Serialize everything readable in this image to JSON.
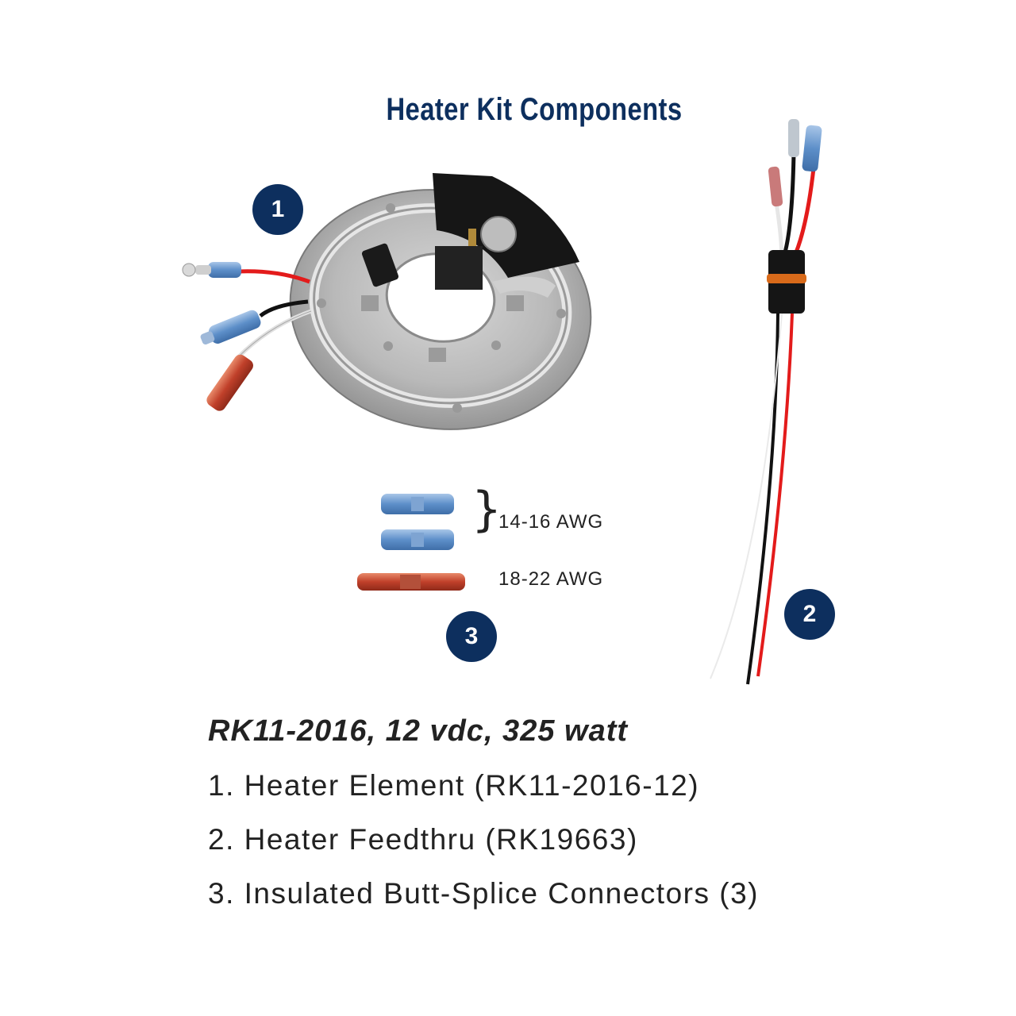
{
  "title": "Heater Kit Components",
  "badges": {
    "one": "1",
    "two": "2",
    "three": "3"
  },
  "connectors": {
    "large_gauge": "14-16 AWG",
    "small_gauge": "18-22 AWG"
  },
  "specs": {
    "model": "RK11-2016, 12 vdc, 325 watt",
    "items": [
      "1. Heater Element (RK11-2016-12)",
      "2. Heater Feedthru (RK19663)",
      "3. Insulated Butt-Splice Connectors (3)"
    ]
  },
  "colors": {
    "navy": "#0d2f5e",
    "wire_red": "#e31b1b",
    "wire_black": "#111111",
    "connector_blue": "#5d8fc9",
    "connector_red": "#c0402a"
  }
}
